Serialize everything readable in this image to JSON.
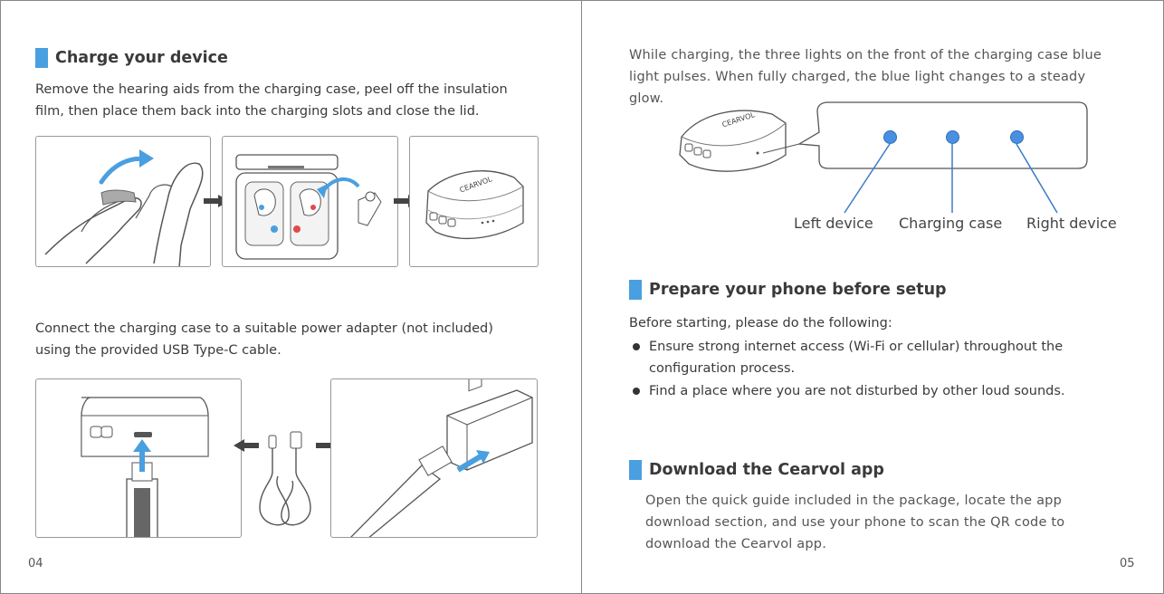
{
  "left_page": {
    "section1": {
      "title": "Charge your device",
      "line1": "Remove the hearing aids from the charging case, peel off the insulation",
      "line2": "film, then place them back into the charging slots and close the lid."
    },
    "section2": {
      "line1": "Connect the charging case to a suitable power adapter (not included)",
      "line2": "using the provided USB Type-C cable."
    },
    "page_number": "04"
  },
  "right_page": {
    "intro": {
      "line1": "While charging, the three lights on the front of the charging case blue",
      "line2": "light  pulses. When fully charged, the blue light changes to a steady",
      "line3": "glow."
    },
    "case_logo": "CEARVOL",
    "lights": {
      "left": "Left device",
      "center": "Charging case",
      "right": "Right  device",
      "color": "#4a90e2"
    },
    "prepare": {
      "title": "Prepare your phone before setup",
      "intro": "Before starting, please do the following:",
      "bullet1_line1": "Ensure strong internet access (Wi-Fi or cellular) throughout the",
      "bullet1_line2": "configuration process.",
      "bullet2": "Find a place where you are not disturbed by other loud sounds."
    },
    "download": {
      "title": "Download the Cearvol app",
      "line1": "Open the quick guide included in the package, locate the app",
      "line2": "download section, and use your phone to scan the QR code to",
      "line3": "download the Cearvol app."
    },
    "page_number": "05"
  },
  "colors": {
    "accent": "#4a9fe0",
    "text": "#3a3a3a",
    "arrow": "#444444"
  }
}
